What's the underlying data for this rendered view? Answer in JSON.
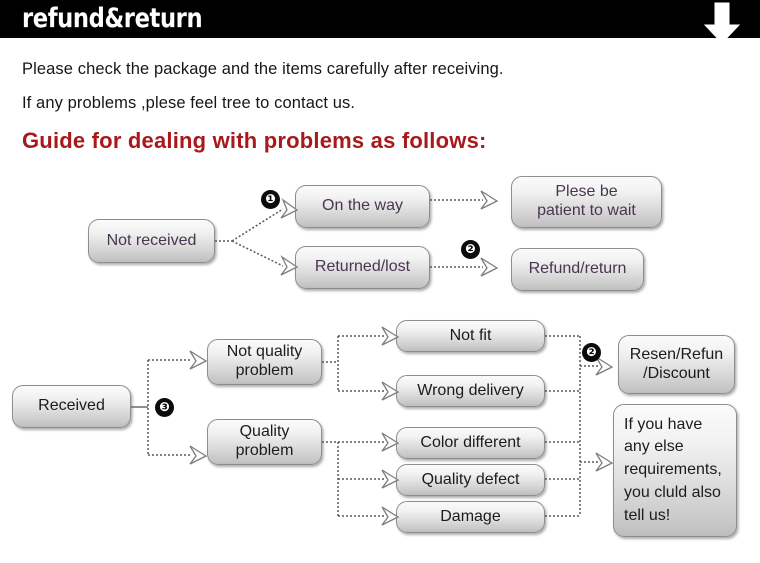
{
  "header": {
    "title": "refund&return",
    "arrow_icon": "arrow-down-icon",
    "background_color": "#000000",
    "text_color": "#ffffff"
  },
  "intro": {
    "line1": "Please check the package and the items carefully after receiving.",
    "line2": "If any problems ,plese feel tree to contact us."
  },
  "heading": {
    "text": "Guide for dealing with problems as follows:",
    "color": "#a8191b"
  },
  "flow_top": {
    "source": "Not received",
    "branches": [
      {
        "badge": "❶",
        "label": "On the way",
        "result_badge": "",
        "result": "Plese be\npatient to wait"
      },
      {
        "badge": "",
        "label": "Returned/lost",
        "result_badge": "❷",
        "result": "Refund/return"
      }
    ],
    "on_the_way": "On the way",
    "returned_lost": "Returned/lost",
    "plese_be_patient": "Plese be",
    "plese_be_patient_2": "patient to wait",
    "refund_return": "Refund/return",
    "badge1": "❶",
    "badge2": "❷"
  },
  "flow_bottom": {
    "source": "Received",
    "badge3": "❸",
    "badge2": "❷",
    "category_not_quality_l1": "Not quality",
    "category_not_quality_l2": "problem",
    "category_quality_l1": "Quality",
    "category_quality_l2": "problem",
    "reasons": [
      "Not fit",
      "Wrong delivery",
      "Color different",
      "Quality defect",
      "Damage"
    ],
    "outcome_resend_l1": "Resen/Refun",
    "outcome_resend_l2": "/Discount",
    "outcome_note": [
      "If you have",
      "any else",
      "requirements,",
      "you cluld also",
      "tell us!"
    ]
  },
  "colors": {
    "box_border": "#8e8e8e",
    "box_fill_top": "#fbfbfb",
    "box_fill_bottom": "#bdbdbd",
    "connector": "#5a5a5a",
    "badge_fill": "#0b0b0b",
    "page_background": "#ffffff"
  }
}
